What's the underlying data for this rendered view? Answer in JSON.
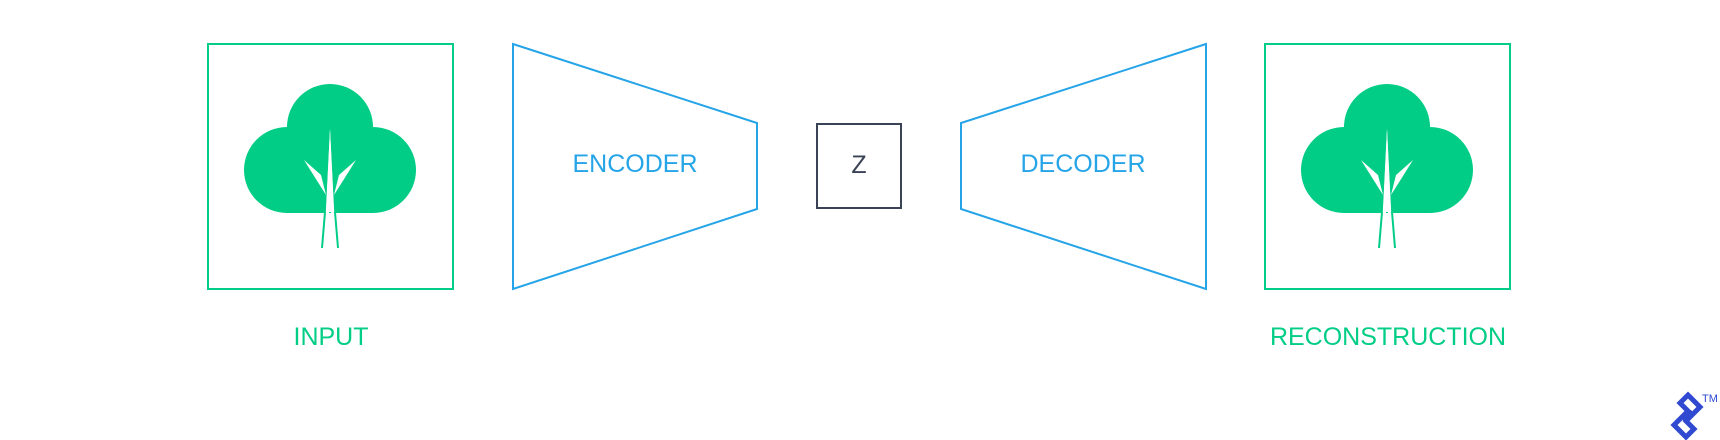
{
  "colors": {
    "green": "#02cd86",
    "blue": "#25a4e8",
    "dark": "#3a4256",
    "logo": "#2f49d1"
  },
  "icons": {
    "input": "tree-icon",
    "output": "tree-icon",
    "logo": "toptal-logo-icon"
  },
  "labels": {
    "encoder": "ENCODER",
    "latent": "Z",
    "decoder": "DECODER",
    "input": "INPUT",
    "reconstruction": "RECONSTRUCTION",
    "trademark": "TM"
  }
}
